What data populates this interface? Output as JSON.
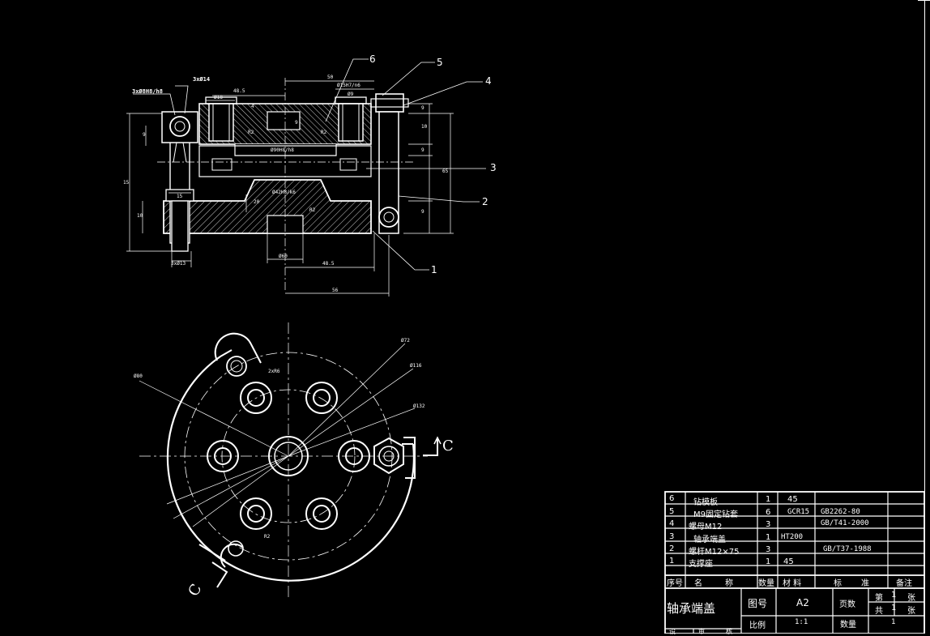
{
  "drawing": {
    "title": "轴承端盖",
    "section_label": "C",
    "part_callouts": [
      "6",
      "5",
      "4",
      "3",
      "2",
      "1"
    ],
    "dims": {
      "d1": "3xØ8H8/h8",
      "d2": "3xØ14",
      "d3": "Ø18",
      "d4": "48.5",
      "d5": "50",
      "d6": "Ø15H7/n6",
      "d7": "Ø9",
      "d8": "4",
      "d9": "R2",
      "d10": "9",
      "d11": "Ø90H8/h8",
      "d12": "Ø42H8/k6",
      "d13": "R2",
      "d14": "9",
      "d15": "15",
      "d16": "15",
      "d17": "10",
      "d18": "3xØ13",
      "d19": "Ø60",
      "d20": "48.5",
      "d21": "56",
      "d22": "9",
      "d23": "10",
      "d24": "9",
      "d25": "65",
      "d26": "9",
      "d27": "20",
      "d28": "R2",
      "d29": "Ø72",
      "d30": "Ø116",
      "d31": "Ø132",
      "d32": "Ø80",
      "d33": "2xR6",
      "d34": "R2"
    }
  },
  "bom": {
    "rows": [
      {
        "no": "6",
        "name": "钻模板",
        "qty": "1",
        "material": "45",
        "standard": "",
        "note": ""
      },
      {
        "no": "5",
        "name": "M9固定钻套",
        "qty": "6",
        "material": "GCR15",
        "standard": "GB2262-80",
        "note": ""
      },
      {
        "no": "4",
        "name": "螺母M12",
        "qty": "3",
        "material": "",
        "standard": "GB/T41-2000",
        "note": ""
      },
      {
        "no": "3",
        "name": "轴承端盖",
        "qty": "1",
        "material": "HT200",
        "standard": "",
        "note": ""
      },
      {
        "no": "2",
        "name": "螺杆M12×75",
        "qty": "3",
        "material": "",
        "standard": "GB/T37-1988",
        "note": ""
      },
      {
        "no": "1",
        "name": "支撑座",
        "qty": "1",
        "material": "45",
        "standard": "",
        "note": ""
      }
    ],
    "header": {
      "no": "序号",
      "name_a": "名",
      "name_b": "称",
      "qty": "数量",
      "material": "材 料",
      "standard_a": "标",
      "standard_b": "准",
      "note": "备注"
    }
  },
  "titleblock": {
    "name": "轴承端盖",
    "drawing_no_label": "图号",
    "drawing_no": "A2",
    "pages_label": "页数",
    "sheet_a": "第",
    "sheet_a_no": "1",
    "sheet_a_unit": "张",
    "sheet_b": "共",
    "sheet_b_no": "1",
    "sheet_b_unit": "张",
    "scale_label": "比例",
    "scale": "1:1",
    "qty_label": "数量",
    "qty": "1",
    "bottom_a": "设",
    "bottom_b": "审",
    "bottom_c": "核"
  }
}
